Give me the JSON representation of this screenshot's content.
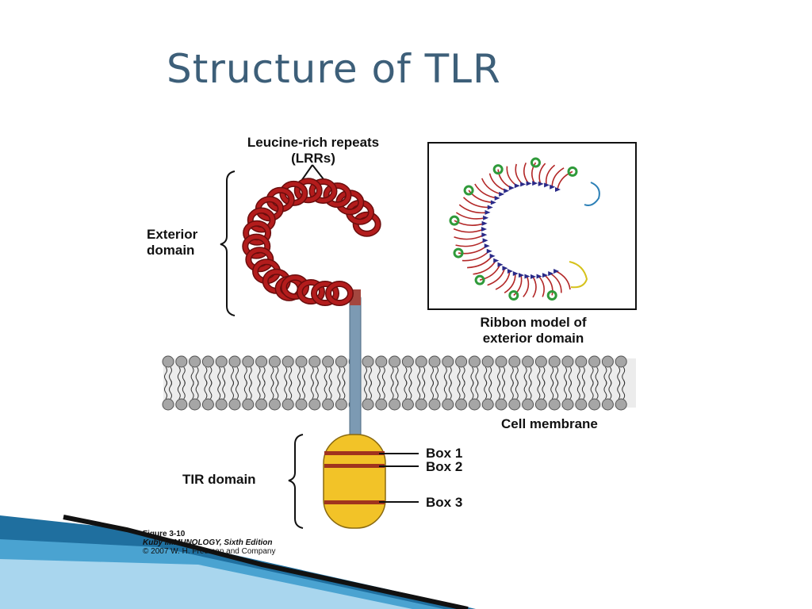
{
  "slide": {
    "title": "Structure of TLR",
    "colors": {
      "title": "#3d5f79",
      "coil": "#b31c1c",
      "coil_dark": "#6a0d0d",
      "stalk": "#7c9ab3",
      "tir": "#f2c328",
      "tir_band": "#a0341e",
      "lipid_head": "#a6a6a6",
      "accent_blue": "#2b7fb6"
    }
  },
  "diagram": {
    "lrr_label": "Leucine-rich repeats\n(LRRs)",
    "exterior_label": "Exterior\ndomain",
    "ribbon_caption": "Ribbon model of\nexterior domain",
    "membrane_label": "Cell membrane",
    "tir_label": "TIR domain",
    "boxes": [
      "Box 1",
      "Box 2",
      "Box 3"
    ]
  },
  "figure": {
    "number": "Figure 3-10",
    "source": "Kuby IMMUNOLOGY, Sixth Edition",
    "copyright": "© 2007 W. H. Freeman and Company"
  }
}
